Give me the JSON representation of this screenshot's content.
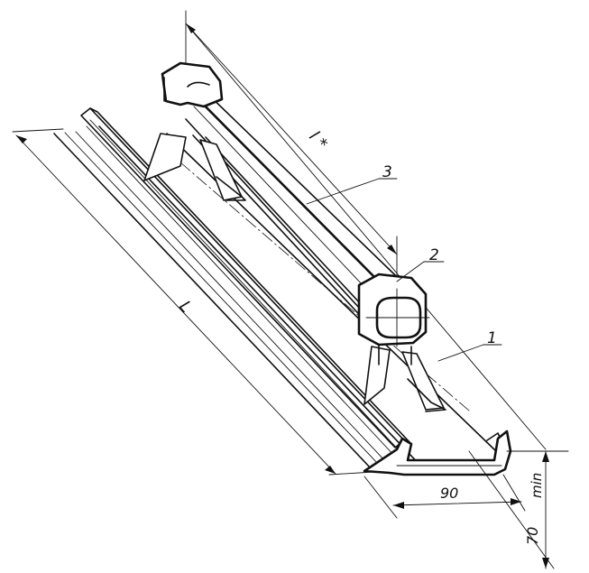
{
  "labels": {
    "callout_1": "1",
    "callout_2": "2",
    "callout_3": "3",
    "dim_l_star": "l *",
    "dim_L": "L",
    "dim_90": "90",
    "dim_70": "70",
    "dim_min": "min"
  }
}
